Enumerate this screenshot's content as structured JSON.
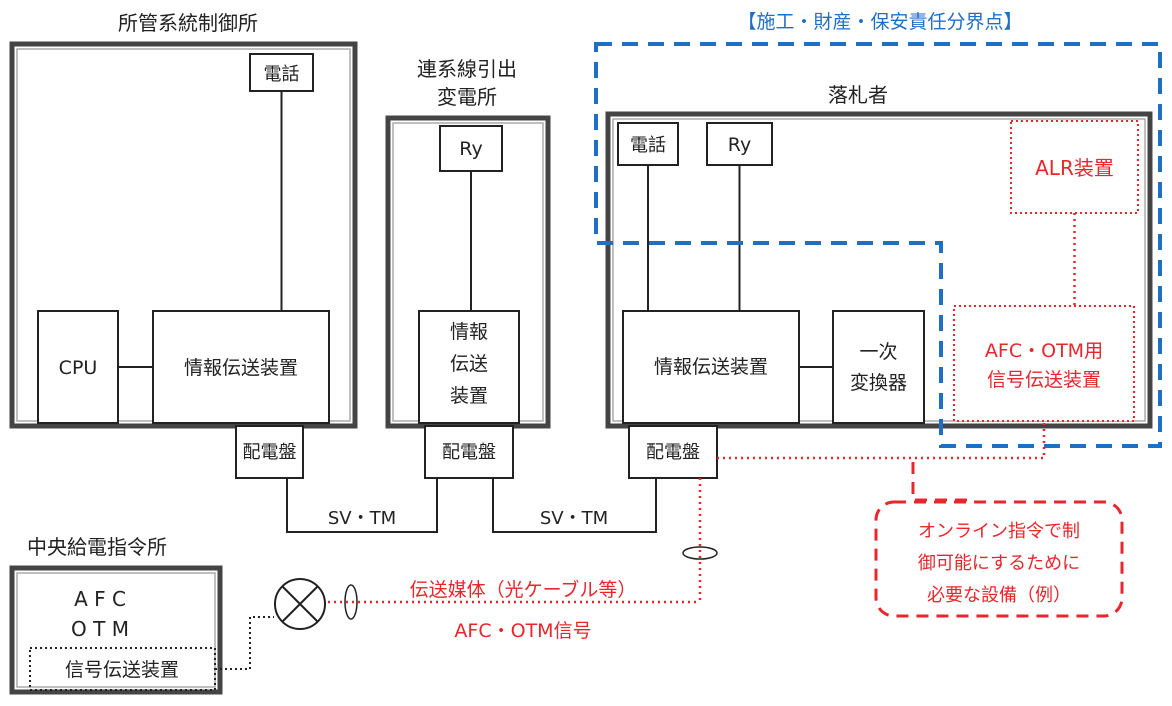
{
  "kansho": {
    "title": "所管系統制御所",
    "phone": "電話",
    "cpu": "CPU",
    "info": "情報伝送装置",
    "panel": "配電盤"
  },
  "hensho": {
    "title1": "連系線引出",
    "title2": "変電所",
    "ry": "Ry",
    "info1": "情報",
    "info2": "伝送",
    "info3": "装置",
    "panel": "配電盤"
  },
  "bidder": {
    "title": "落札者",
    "phone": "電話",
    "ry": "Ry",
    "alr": "ALR装置",
    "info": "情報伝送装置",
    "conv1": "一次",
    "conv2": "変換器",
    "afc1": "AFC・OTM用",
    "afc2": "信号伝送装置",
    "panel": "配電盤"
  },
  "boundary_label": "【施工・財産・保安責任分界点】",
  "links": {
    "svtm1": "SV・TM",
    "svtm2": "SV・TM"
  },
  "central": {
    "title": "中央給電指令所",
    "afc": "A F C",
    "otm": "O T M",
    "signal": "信号伝送装置"
  },
  "media": {
    "line1": "伝送媒体（光ケーブル等）",
    "line2": "AFC・OTM信号"
  },
  "note": {
    "line1": "オンライン指令で制",
    "line2": "御可能にするために",
    "line3": "必要な設備（例）"
  },
  "colors": {
    "red": "#e8262b",
    "blue": "#1f6fc5"
  }
}
